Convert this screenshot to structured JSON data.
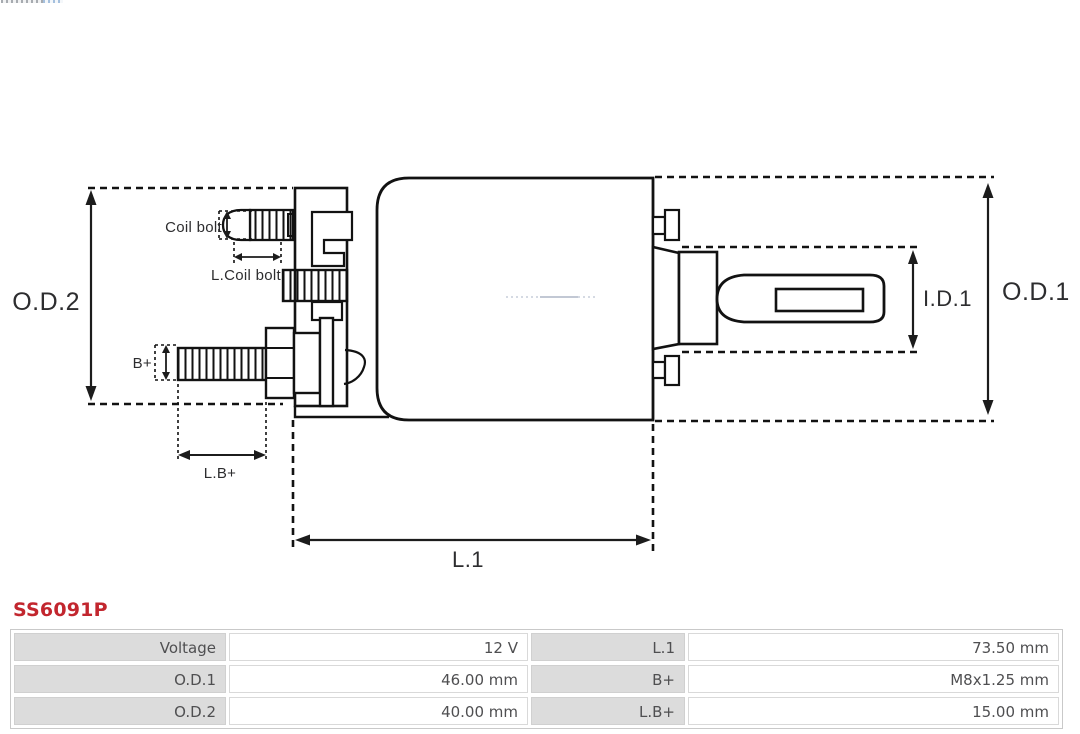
{
  "part_number": "SS6091P",
  "diagram": {
    "labels": {
      "od2": "O.D.2",
      "coil_bolt": "Coil bolt",
      "l_coil_bolt": "L.Coil bolt",
      "b_plus": "B+",
      "lb_plus": "L.B+",
      "l1": "L.1",
      "id1": "I.D.1",
      "od1": "O.D.1"
    }
  },
  "spec_table": {
    "rows": [
      {
        "label_left": "Voltage",
        "value_left": "12 V",
        "label_right": "L.1",
        "value_right": "73.50 mm"
      },
      {
        "label_left": "O.D.1",
        "value_left": "46.00 mm",
        "label_right": "B+",
        "value_right": "M8x1.25 mm"
      },
      {
        "label_left": "O.D.2",
        "value_left": "40.00 mm",
        "label_right": "L.B+",
        "value_right": "15.00 mm"
      }
    ]
  },
  "colors": {
    "accent_red": "#c2262e",
    "drawing_line": "#121212",
    "table_label_bg": "#dcdcdc",
    "table_border": "#c9c9c9",
    "table_text": "#4f4f51"
  }
}
